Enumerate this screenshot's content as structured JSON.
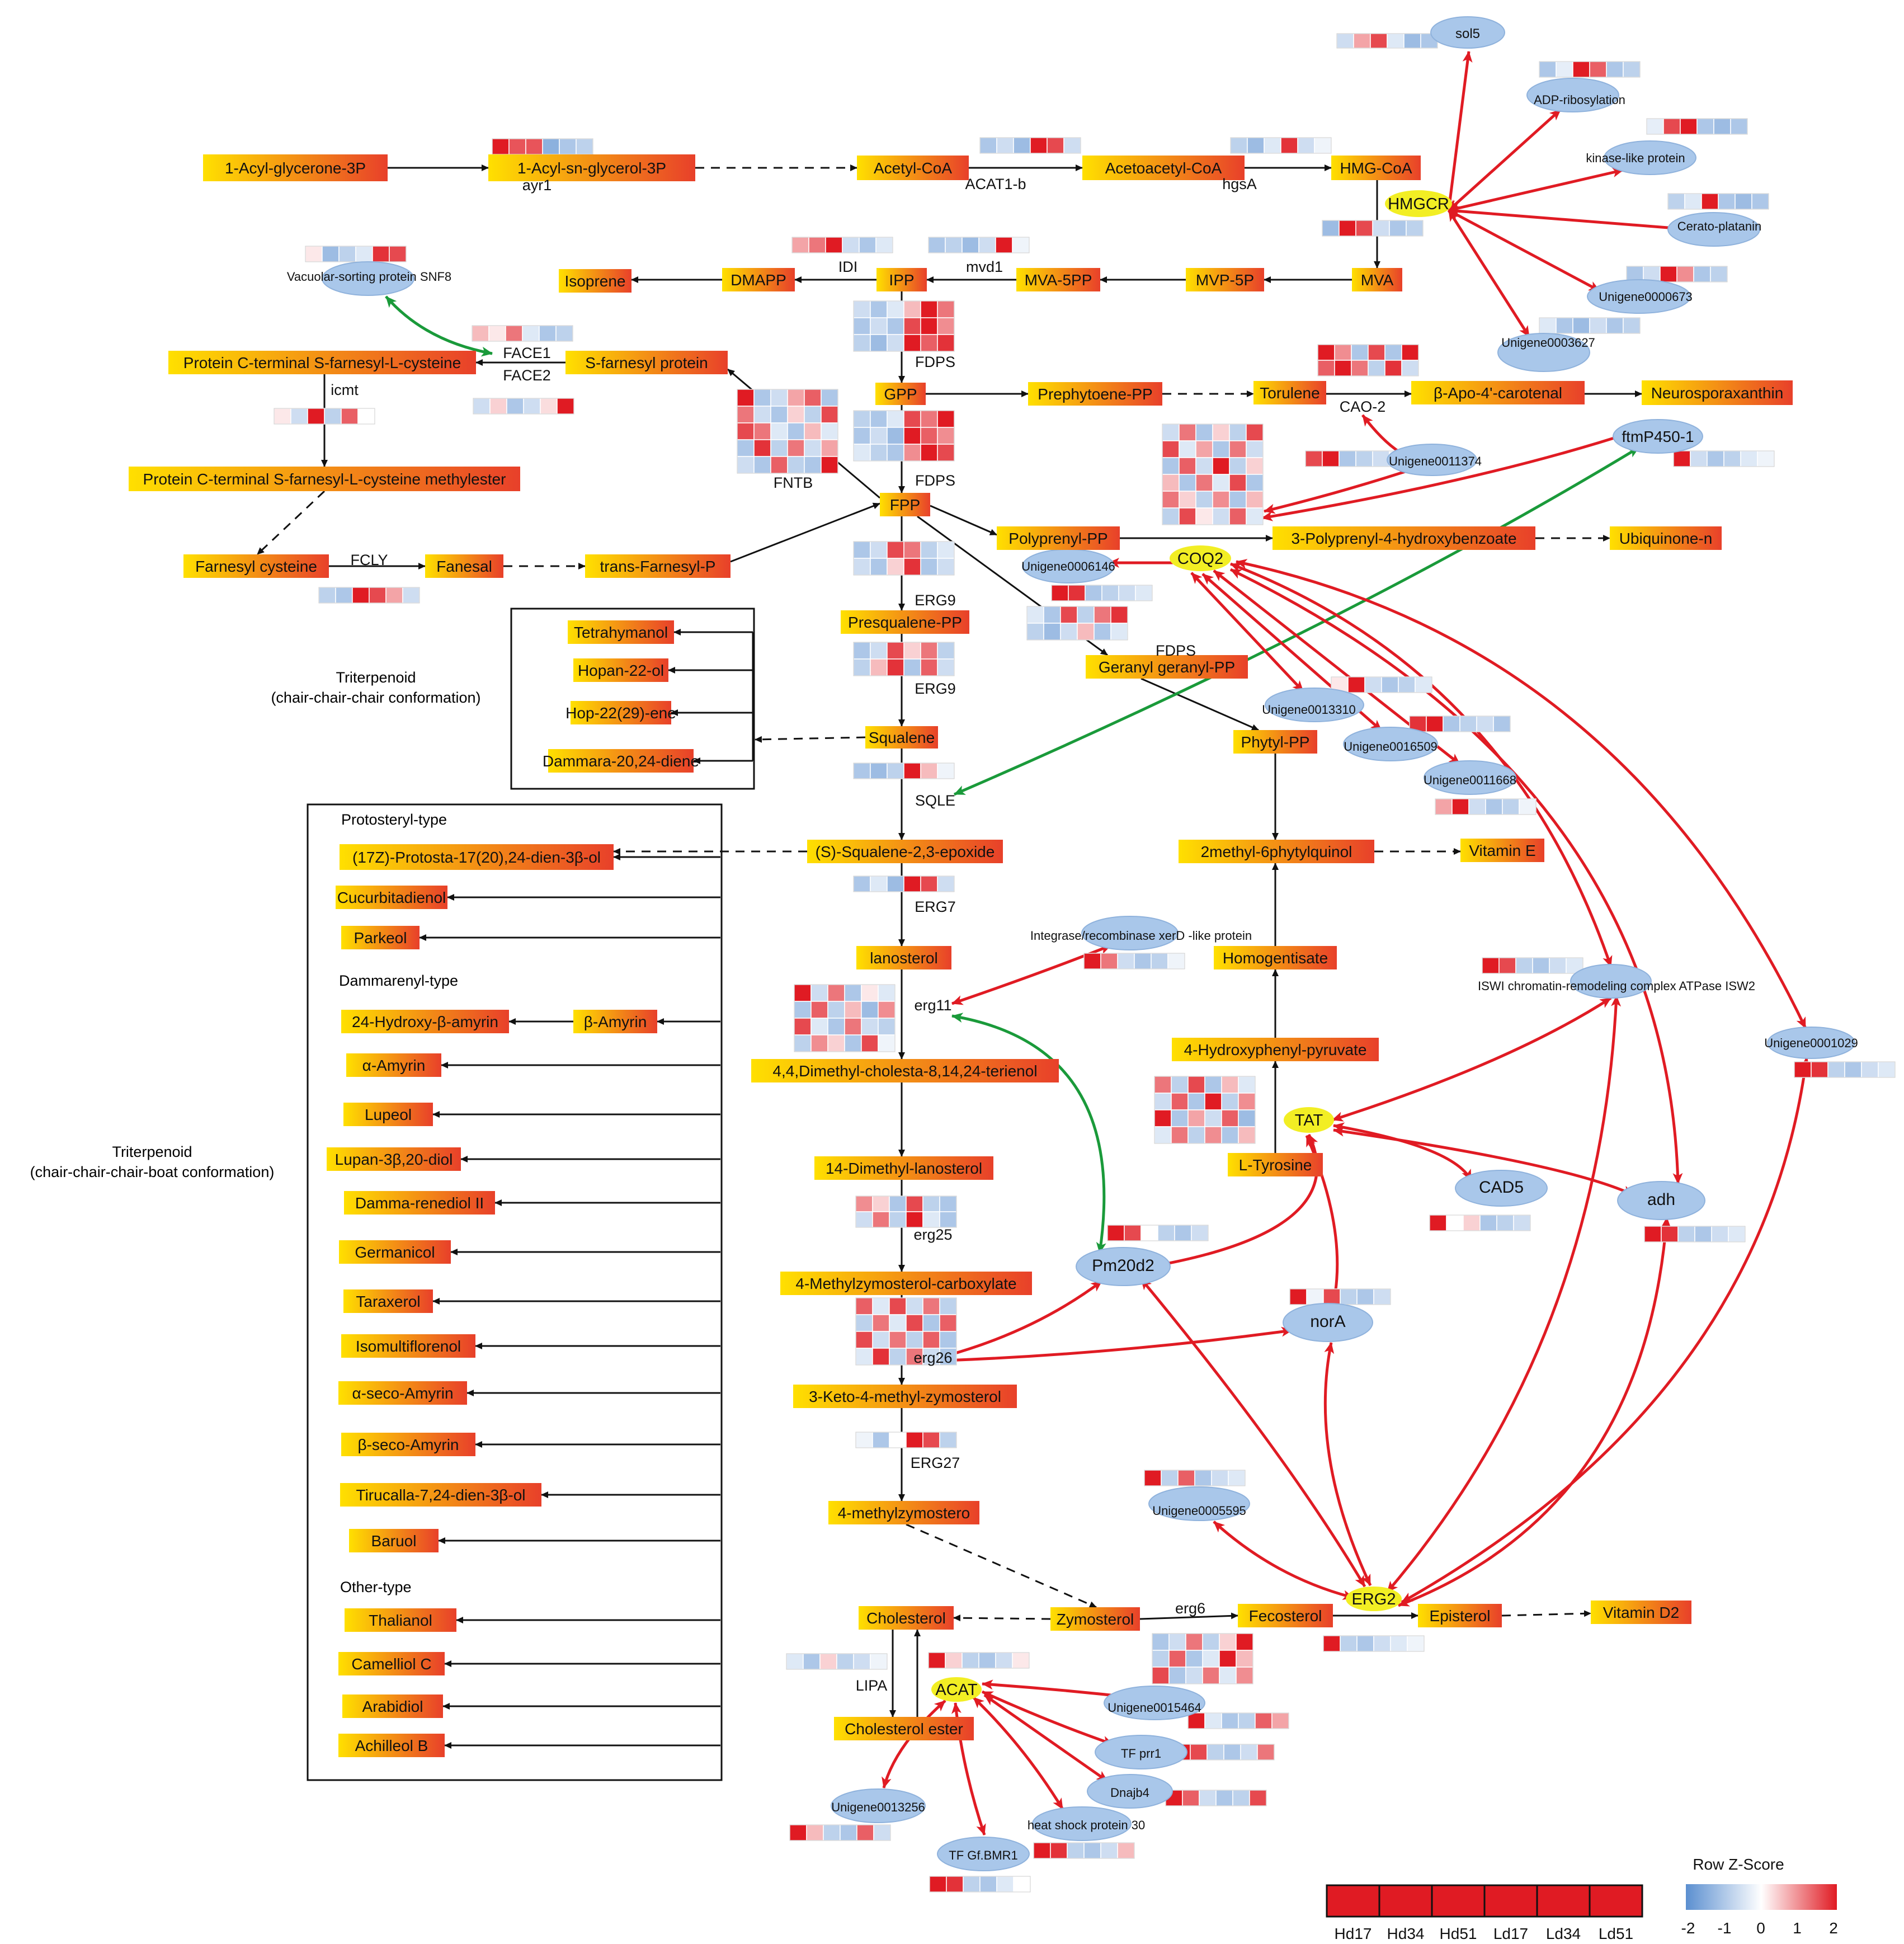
{
  "colors": {
    "heat_low": "#5b8fd0",
    "heat_mid": "#ffffff",
    "heat_high": "#e01b23",
    "node_start": "#ffe000",
    "node_end": "#e8402a",
    "gene_fill": "#a9c7ea",
    "flag_fill": "#f2ee24",
    "arrow_red": "#e01b23",
    "arrow_green": "#1a9a3a",
    "line_black": "#111111"
  },
  "groups": {
    "tri_ccc": [
      "Triterpenoid",
      "(chair-chair-chair conformation)"
    ],
    "tri_cccb": [
      "Triterpenoid",
      "(chair-chair-chair-boat conformation)"
    ],
    "protosteryl": "Protosteryl-type",
    "dammarenyl": "Dammarenyl-type",
    "other": "Other-type"
  },
  "metabolites": [
    {
      "id": "acylG3P",
      "label": "1-Acyl-glycerone-3P"
    },
    {
      "id": "acylSnG3P",
      "label": "1-Acyl-sn-glycerol-3P"
    },
    {
      "id": "acetylCoA",
      "label": "Acetyl-CoA"
    },
    {
      "id": "acetoacetylCoA",
      "label": "Acetoacetyl-CoA"
    },
    {
      "id": "hmgCoA",
      "label": "HMG-CoA"
    },
    {
      "id": "mva",
      "label": "MVA"
    },
    {
      "id": "mvp5p",
      "label": "MVP-5P"
    },
    {
      "id": "mva5pp",
      "label": "MVA-5PP"
    },
    {
      "id": "ipp",
      "label": "IPP"
    },
    {
      "id": "dmapp",
      "label": "DMAPP"
    },
    {
      "id": "isoprene",
      "label": "Isoprene"
    },
    {
      "id": "pcsfc",
      "label": "Protein C-terminal S-farnesyl-L-cysteine"
    },
    {
      "id": "sfarnesyl",
      "label": "S-farnesyl protein"
    },
    {
      "id": "pcsfcme",
      "label": "Protein C-terminal S-farnesyl-L-cysteine methylester"
    },
    {
      "id": "farnesylcys",
      "label": "Farnesyl cysteine"
    },
    {
      "id": "fanesal",
      "label": "Fanesal"
    },
    {
      "id": "transfarnesyl",
      "label": "trans-Farnesyl-P"
    },
    {
      "id": "gpp",
      "label": "GPP"
    },
    {
      "id": "fpp",
      "label": "FPP"
    },
    {
      "id": "prephytoene",
      "label": "Prephytoene-PP"
    },
    {
      "id": "torulene",
      "label": "Torulene"
    },
    {
      "id": "apocarotenal",
      "label": "β-Apo-4'-carotenal"
    },
    {
      "id": "neurospora",
      "label": "Neurosporaxanthin"
    },
    {
      "id": "polyprenylpp",
      "label": "Polyprenyl-PP"
    },
    {
      "id": "polyprenylhb",
      "label": "3-Polyprenyl-4-hydroxybenzoate"
    },
    {
      "id": "ubiquinone",
      "label": "Ubiquinone-n"
    },
    {
      "id": "presqualene",
      "label": "Presqualene-PP"
    },
    {
      "id": "ggpp",
      "label": "Geranyl geranyl-PP"
    },
    {
      "id": "phytylpp",
      "label": "Phytyl-PP"
    },
    {
      "id": "squalene",
      "label": "Squalene"
    },
    {
      "id": "tetrahymanol",
      "label": "Tetrahymanol"
    },
    {
      "id": "hopan22ol",
      "label": "Hopan-22-ol"
    },
    {
      "id": "hop22ene",
      "label": "Hop-22(29)-ene"
    },
    {
      "id": "dammaradiene",
      "label": "Dammara-20,24-diene"
    },
    {
      "id": "epoxide",
      "label": "(S)-Squalene-2,3-epoxide"
    },
    {
      "id": "protosta",
      "label": "(17Z)-Protosta-17(20),24-dien-3β-ol"
    },
    {
      "id": "cucurbitadienol",
      "label": "Cucurbitadienol"
    },
    {
      "id": "parkeol",
      "label": "Parkeol"
    },
    {
      "id": "hydroxyamyrin",
      "label": "24-Hydroxy-β-amyrin"
    },
    {
      "id": "bamyrin",
      "label": "β-Amyrin"
    },
    {
      "id": "aamyrin",
      "label": "α-Amyrin"
    },
    {
      "id": "lupeol",
      "label": "Lupeol"
    },
    {
      "id": "lupandiol",
      "label": "Lupan-3β,20-diol"
    },
    {
      "id": "dammarenediol",
      "label": "Damma-renediol II"
    },
    {
      "id": "germanicol",
      "label": "Germanicol"
    },
    {
      "id": "taraxerol",
      "label": "Taraxerol"
    },
    {
      "id": "isomultiflorenol",
      "label": "Isomultiflorenol"
    },
    {
      "id": "aseco",
      "label": "α-seco-Amyrin"
    },
    {
      "id": "bseco",
      "label": "β-seco-Amyrin"
    },
    {
      "id": "tirucalla",
      "label": "Tirucalla-7,24-dien-3β-ol"
    },
    {
      "id": "baruol",
      "label": "Baruol"
    },
    {
      "id": "thalianol",
      "label": "Thalianol"
    },
    {
      "id": "camelliol",
      "label": "Camelliol C"
    },
    {
      "id": "arabidiol",
      "label": "Arabidiol"
    },
    {
      "id": "achilleol",
      "label": "Achilleol B"
    },
    {
      "id": "methylphytylquinol",
      "label": "2methyl-6phytylquinol"
    },
    {
      "id": "vitaminE",
      "label": "Vitamin E"
    },
    {
      "id": "lanosterol",
      "label": "lanosterol"
    },
    {
      "id": "homogentisate",
      "label": "Homogentisate"
    },
    {
      "id": "hydroxyphenylpyruvate",
      "label": "4-Hydroxyphenyl-pyruvate"
    },
    {
      "id": "dimethylcholesta",
      "label": "4,4,Dimethyl-cholesta-8,14,24-terienol"
    },
    {
      "id": "ltyrosine",
      "label": "L-Tyrosine"
    },
    {
      "id": "dimethyllanosterol",
      "label": "14-Dimethyl-lanosterol"
    },
    {
      "id": "methylzymosterolcarb",
      "label": "4-Methylzymosterol-carboxylate"
    },
    {
      "id": "ketomethylzymosterol",
      "label": "3-Keto-4-methyl-zymosterol"
    },
    {
      "id": "methylzymostero",
      "label": "4-methylzymostero"
    },
    {
      "id": "cholesterol",
      "label": "Cholesterol"
    },
    {
      "id": "zymosterol",
      "label": "Zymosterol"
    },
    {
      "id": "fecosterol",
      "label": "Fecosterol"
    },
    {
      "id": "episterol",
      "label": "Episterol"
    },
    {
      "id": "vitaminD2",
      "label": "Vitamin D2"
    },
    {
      "id": "cholesterolester",
      "label": "Cholesterol ester"
    }
  ],
  "enzymes": [
    "ayr1",
    "ACAT1-b",
    "hgsA",
    "IDI",
    "mvd1",
    "FDPS",
    "FDPS",
    "FDPS",
    "FACE1",
    "FACE2",
    "icmt",
    "FNTB",
    "FCLY",
    "CAO-2",
    "ERG9",
    "ERG9",
    "SQLE",
    "ERG7",
    "erg11",
    "erg25",
    "erg26",
    "ERG27",
    "erg6",
    "LIPA"
  ],
  "flags": [
    "HMGCR",
    "COQ2",
    "TAT",
    "ERG2",
    "ACAT"
  ],
  "genes": [
    "sol5",
    "ADP-ribosylation",
    "kinase-like protein",
    "Cerato-platanin",
    "Unigene0000673",
    "Unigene0003627",
    "Vacuolar-sorting protein SNF8",
    "ftmP450-1",
    "Unigene0011374",
    "Unigene0006146",
    "Unigene0013310",
    "Unigene0016509",
    "Unigene0011668",
    "Integrase/recombinase xerD -like protein",
    "ISWI chromatin-remodeling complex ATPase ISW2",
    "Unigene0001029",
    "CAD5",
    "adh",
    "Pm20d2",
    "norA",
    "Unigene0005595",
    "Unigene0015464",
    "TF prr1",
    "Dnajb4",
    "heat shock protein 30",
    "Unigene0013256",
    "TF Gf.BMR1"
  ],
  "heatmaps": [
    {
      "id": "hm_ayr1",
      "values": [
        [
          2,
          1.5,
          1.5,
          -1.4,
          -1,
          -0.8
        ]
      ]
    },
    {
      "id": "hm_acat1b",
      "values": [
        [
          -1,
          -0.6,
          -1.2,
          2,
          1.6,
          -0.6
        ]
      ]
    },
    {
      "id": "hm_hgsa",
      "values": [
        [
          -0.8,
          -1.2,
          -0.4,
          1.8,
          -0.6,
          -0.2
        ]
      ]
    },
    {
      "id": "hm_sol5",
      "values": [
        [
          -0.6,
          0.8,
          1.6,
          -0.4,
          -1.2,
          -1
        ]
      ]
    },
    {
      "id": "hm_adp",
      "values": [
        [
          -1,
          -0.3,
          2,
          1.4,
          -1,
          -0.8
        ]
      ]
    },
    {
      "id": "hm_kinase",
      "values": [
        [
          -0.3,
          1.6,
          2,
          -1,
          -1.2,
          -1
        ]
      ]
    },
    {
      "id": "hm_hmgcr",
      "values": [
        [
          -1.2,
          2,
          1.6,
          -0.6,
          -1,
          -0.8
        ]
      ]
    },
    {
      "id": "hm_cerato",
      "values": [
        [
          -0.8,
          -0.4,
          2,
          -1,
          -1.2,
          -1
        ]
      ]
    },
    {
      "id": "hm_673",
      "values": [
        [
          -1,
          -0.6,
          2,
          1,
          -1,
          -0.8
        ]
      ]
    },
    {
      "id": "hm_3627",
      "values": [
        [
          -0.4,
          -1,
          -1.2,
          -0.6,
          -1,
          -0.8
        ]
      ]
    },
    {
      "id": "hm_idi",
      "values": [
        [
          0.8,
          1.2,
          2,
          -0.6,
          -1,
          -0.4
        ]
      ]
    },
    {
      "id": "hm_mvd1",
      "values": [
        [
          -1,
          -0.8,
          -1.2,
          -0.6,
          2,
          -0.2
        ]
      ]
    },
    {
      "id": "hm_snf8",
      "values": [
        [
          0.2,
          -1.2,
          -0.8,
          -0.4,
          1.8,
          1.6
        ]
      ]
    },
    {
      "id": "hm_face1",
      "values": [
        [
          0.6,
          0.2,
          1.2,
          -0.4,
          -1,
          -0.8
        ]
      ]
    },
    {
      "id": "hm_face2",
      "values": [
        [
          -0.6,
          0.4,
          -1,
          -0.6,
          0.3,
          2
        ]
      ]
    },
    {
      "id": "hm_icmt",
      "values": [
        [
          0.2,
          -0.6,
          2,
          -0.8,
          1.4,
          0
        ]
      ]
    },
    {
      "id": "hm_fcly",
      "values": [
        [
          -0.8,
          -1,
          2,
          1.6,
          0.8,
          -0.6
        ]
      ]
    },
    {
      "id": "hm_fdps1",
      "values": [
        [
          -0.6,
          -1,
          -0.4,
          0.6,
          2,
          1.2
        ],
        [
          -1,
          -0.6,
          -1,
          1.6,
          2,
          1
        ],
        [
          -0.8,
          -1.2,
          -0.6,
          2,
          1.4,
          1.8
        ]
      ]
    },
    {
      "id": "hm_fntb",
      "values": [
        [
          2,
          -1,
          -0.6,
          0.8,
          1.4,
          -1
        ],
        [
          1.2,
          -0.6,
          -1,
          0.4,
          -0.8,
          1.6
        ],
        [
          1.6,
          1.2,
          -0.4,
          -1,
          0.6,
          -0.4
        ],
        [
          -1,
          1.8,
          -0.8,
          1.2,
          -0.6,
          0.8
        ],
        [
          -0.6,
          -1,
          1.4,
          -0.8,
          -1,
          2
        ]
      ]
    },
    {
      "id": "hm_fdps2",
      "values": [
        [
          -0.8,
          -1,
          -0.4,
          1.6,
          1.2,
          2
        ],
        [
          -1,
          -0.6,
          -1.2,
          2,
          1.4,
          1
        ],
        [
          -0.4,
          -0.8,
          -1,
          1,
          2,
          1.6
        ]
      ]
    },
    {
      "id": "hm_cao2",
      "values": [
        [
          2,
          1,
          -1,
          1.6,
          -1,
          2
        ],
        [
          1.4,
          2,
          1.2,
          -0.8,
          1.8,
          -0.6
        ]
      ]
    },
    {
      "id": "hm_ftmp",
      "values": [
        [
          2,
          -0.6,
          -1,
          -0.8,
          -0.4,
          -0.2
        ]
      ]
    },
    {
      "id": "hm_11374",
      "values": [
        [
          1.6,
          2,
          -1,
          -0.8,
          -0.6,
          -0.2
        ]
      ]
    },
    {
      "id": "hm_polyhb",
      "values": [
        [
          -0.6,
          1.2,
          -1,
          0.4,
          -0.8,
          1.6
        ],
        [
          1.6,
          -0.4,
          0.8,
          -1,
          1.2,
          -0.6
        ],
        [
          -1,
          1.4,
          -0.6,
          2,
          -0.8,
          0.4
        ],
        [
          0.6,
          -1,
          1.2,
          -0.4,
          1.6,
          -1
        ],
        [
          1.2,
          0.4,
          -0.8,
          1,
          -1,
          0.6
        ],
        [
          -0.8,
          1.6,
          0.2,
          -0.6,
          1.4,
          -0.4
        ]
      ]
    },
    {
      "id": "hm_erg9a",
      "values": [
        [
          -1,
          -0.6,
          1.6,
          1.2,
          -0.8,
          -0.4
        ],
        [
          -0.6,
          -1,
          0.4,
          1.8,
          -1,
          -0.6
        ]
      ]
    },
    {
      "id": "hm_6146",
      "values": [
        [
          2,
          1.8,
          -1,
          -0.8,
          -0.6,
          -0.4
        ]
      ]
    },
    {
      "id": "hm_fdps3",
      "values": [
        [
          -0.4,
          -1,
          1.6,
          -0.8,
          1.2,
          1.8
        ],
        [
          -0.8,
          -1.2,
          -0.6,
          0.6,
          -1,
          -0.4
        ]
      ]
    },
    {
      "id": "hm_erg9b",
      "values": [
        [
          -1,
          -0.6,
          1.6,
          0.4,
          1.2,
          -0.8
        ],
        [
          -0.8,
          0.6,
          1.8,
          -1,
          1.4,
          -0.6
        ]
      ]
    },
    {
      "id": "hm_13310",
      "values": [
        [
          0.2,
          2,
          -0.6,
          -1,
          -0.8,
          -0.4
        ]
      ]
    },
    {
      "id": "hm_16509",
      "values": [
        [
          1.8,
          2,
          -1,
          -0.8,
          -0.6,
          -1
        ]
      ]
    },
    {
      "id": "hm_11668",
      "values": [
        [
          0.8,
          2,
          -0.6,
          -1,
          -0.8,
          -0.2
        ]
      ]
    },
    {
      "id": "hm_sqle",
      "values": [
        [
          -1,
          -1.2,
          -0.8,
          2,
          0.6,
          -0.2
        ]
      ]
    },
    {
      "id": "hm_erg7",
      "values": [
        [
          -1,
          -0.4,
          -1.2,
          2,
          1.6,
          -0.6
        ]
      ]
    },
    {
      "id": "hm_xerd",
      "values": [
        [
          2,
          1.2,
          -0.6,
          -1,
          -0.8,
          -0.2
        ]
      ]
    },
    {
      "id": "hm_erg11",
      "values": [
        [
          2,
          -0.6,
          1.2,
          -1,
          0.2,
          -0.4
        ],
        [
          -1,
          1.4,
          -0.8,
          0.6,
          -1.2,
          1
        ],
        [
          1.6,
          -0.4,
          -1,
          1.2,
          -0.6,
          -0.8
        ],
        [
          -0.8,
          1,
          0.4,
          -1,
          1.6,
          -0.2
        ]
      ]
    },
    {
      "id": "hm_tat",
      "values": [
        [
          1.2,
          -0.8,
          1.6,
          -1,
          0.6,
          -0.4
        ],
        [
          -0.6,
          1.4,
          -1,
          2,
          -0.8,
          1
        ],
        [
          2,
          -1,
          0.8,
          -0.6,
          1.4,
          -1.2
        ],
        [
          -0.4,
          1.2,
          -0.8,
          1,
          -1,
          0.6
        ]
      ]
    },
    {
      "id": "hm_isw2",
      "values": [
        [
          2,
          1.6,
          -0.8,
          -1,
          -0.6,
          -0.4
        ]
      ]
    },
    {
      "id": "hm_1029",
      "values": [
        [
          2,
          1.8,
          -0.8,
          -1,
          -0.6,
          -0.4
        ]
      ]
    },
    {
      "id": "hm_erg25",
      "values": [
        [
          1,
          0.4,
          -1,
          1.6,
          -0.8,
          -1
        ],
        [
          -0.6,
          1.2,
          -0.8,
          2,
          -0.4,
          -1
        ]
      ]
    },
    {
      "id": "hm_pm20d2",
      "values": [
        [
          2,
          1.6,
          0,
          -0.8,
          -1,
          -0.6
        ]
      ]
    },
    {
      "id": "hm_cad5",
      "values": [
        [
          2,
          0,
          0.4,
          -1,
          -0.8,
          -0.6
        ]
      ]
    },
    {
      "id": "hm_adh",
      "values": [
        [
          2,
          1.8,
          -0.8,
          -1,
          -0.6,
          -0.4
        ]
      ]
    },
    {
      "id": "hm_nora",
      "values": [
        [
          2,
          -0.2,
          1.6,
          -0.8,
          -1,
          -0.6
        ]
      ]
    },
    {
      "id": "hm_erg26",
      "values": [
        [
          1.4,
          -0.4,
          1.6,
          -0.6,
          1.2,
          -0.8
        ],
        [
          -0.8,
          1.2,
          -0.4,
          1.6,
          -1,
          1.4
        ],
        [
          1.6,
          -0.6,
          1.2,
          -0.8,
          1.4,
          -1
        ],
        [
          -0.4,
          1.8,
          -0.8,
          1.2,
          -0.6,
          -1
        ]
      ]
    },
    {
      "id": "hm_erg27",
      "values": [
        [
          -0.2,
          -1,
          0,
          2,
          1.6,
          -0.8
        ]
      ]
    },
    {
      "id": "hm_5595",
      "values": [
        [
          2,
          -0.8,
          1.4,
          -1,
          -0.6,
          -0.4
        ]
      ]
    },
    {
      "id": "hm_erg6",
      "values": [
        [
          -1,
          -0.6,
          1.2,
          -0.8,
          0.4,
          2
        ],
        [
          -0.8,
          1.4,
          -1,
          -0.4,
          2,
          0.6
        ],
        [
          1.6,
          -1,
          -0.6,
          1.2,
          -0.4,
          1
        ]
      ]
    },
    {
      "id": "hm_erg2",
      "values": [
        [
          2,
          -0.8,
          -1,
          -0.6,
          -0.4,
          -0.2
        ]
      ]
    },
    {
      "id": "hm_lipa",
      "values": [
        [
          -0.4,
          -1,
          0.4,
          -0.8,
          -0.6,
          -0.2
        ]
      ]
    },
    {
      "id": "hm_acat",
      "values": [
        [
          2,
          0.4,
          -0.8,
          -1,
          -0.6,
          0.2
        ]
      ]
    },
    {
      "id": "hm_15464",
      "values": [
        [
          2,
          -0.4,
          -1,
          -0.8,
          1.4,
          0.8
        ]
      ]
    },
    {
      "id": "hm_prr1",
      "values": [
        [
          2,
          1.6,
          -0.8,
          -1,
          -0.6,
          1.2
        ]
      ]
    },
    {
      "id": "hm_dnajb4",
      "values": [
        [
          2,
          1.4,
          -0.6,
          -1,
          -0.8,
          1.6
        ]
      ]
    },
    {
      "id": "hm_hsp30",
      "values": [
        [
          2,
          1.8,
          -0.8,
          -1,
          -0.6,
          0.6
        ]
      ]
    },
    {
      "id": "hm_13256",
      "values": [
        [
          2,
          0.6,
          -0.8,
          -1,
          1.4,
          -0.6
        ]
      ]
    },
    {
      "id": "hm_bmr1",
      "values": [
        [
          2,
          1.8,
          -0.8,
          -1,
          -0.4,
          0
        ]
      ]
    }
  ],
  "legend_bar": {
    "samples": [
      "Hd17",
      "Hd34",
      "Hd51",
      "Ld17",
      "Ld34",
      "Ld51"
    ]
  },
  "zscore": {
    "title": "Row Z-Score",
    "ticks": [
      "-2",
      "-1",
      "0",
      "1",
      "2"
    ],
    "range": [
      -2,
      2
    ]
  }
}
